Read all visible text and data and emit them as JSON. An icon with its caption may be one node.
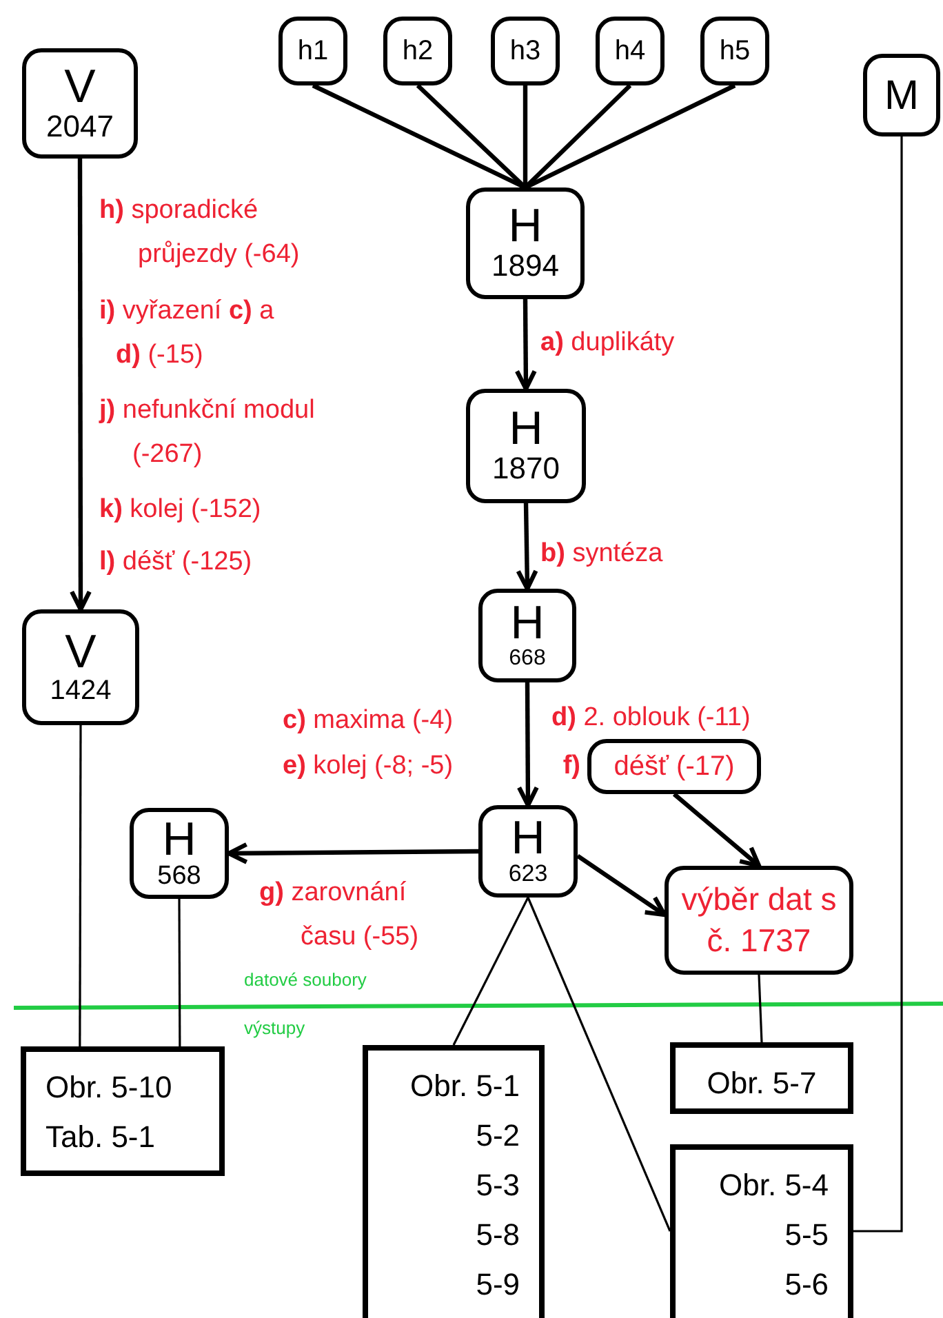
{
  "diagram": {
    "nodes": [
      {
        "text": [
          "V",
          "2047"
        ]
      },
      {
        "text": [
          "h1"
        ]
      },
      {
        "text": [
          "h2"
        ]
      },
      {
        "text": [
          "h3"
        ]
      },
      {
        "text": [
          "h4"
        ]
      },
      {
        "text": [
          "h5"
        ]
      },
      {
        "text": [
          "M"
        ]
      },
      {
        "text": [
          "H",
          "1894"
        ]
      },
      {
        "text": [
          "H",
          "1870"
        ]
      },
      {
        "text": [
          "H",
          "668"
        ]
      },
      {
        "text": [
          "V",
          "1424"
        ]
      },
      {
        "text": [
          "H",
          "568"
        ]
      },
      {
        "text": [
          "H",
          "623"
        ]
      },
      {
        "text": [
          "déšť (-17)"
        ],
        "beside": [
          "f)"
        ]
      },
      {
        "text": [
          "výběr dat s č. 1737"
        ]
      },
      {
        "text": [
          "Obr. 5-10",
          "Tab. 5-1"
        ]
      },
      {
        "text": [
          "Obr. 5-1",
          "5-2",
          "5-3",
          "5-8",
          "5-9"
        ]
      },
      {
        "text": [
          "Obr. 5-7"
        ]
      },
      {
        "text": [
          "Obr. 5-4",
          "5-5",
          "5-6"
        ]
      }
    ],
    "edges": [
      {
        "from": 1,
        "to": 7,
        "arrow": "none"
      },
      {
        "from": 2,
        "to": 7,
        "arrow": "none"
      },
      {
        "from": 3,
        "to": 7,
        "arrow": "none"
      },
      {
        "from": 4,
        "to": 7,
        "arrow": "none"
      },
      {
        "from": 5,
        "to": 7,
        "arrow": "none"
      },
      {
        "from": 7,
        "to": 8,
        "arrow": "to",
        "label": "**a)** duplikáty"
      },
      {
        "from": 8,
        "to": 9,
        "arrow": "to",
        "label": "**b)** syntéza"
      },
      {
        "from": 9,
        "to": 12,
        "arrow": "to"
      },
      {
        "from": 0,
        "to": 10,
        "arrow": "to"
      },
      {
        "from": 12,
        "to": 11,
        "arrow": "to",
        "label": "**g)** zarovnání času (-55)"
      },
      {
        "from": 12,
        "to": 14,
        "arrow": "to"
      },
      {
        "from": 13,
        "to": 14,
        "arrow": "to"
      },
      {
        "from": 10,
        "to": 15,
        "arrow": "none"
      },
      {
        "from": 11,
        "to": 15,
        "arrow": "none"
      },
      {
        "from": 12,
        "to": 16,
        "arrow": "none"
      },
      {
        "from": 12,
        "to": 18,
        "arrow": "none"
      },
      {
        "from": 14,
        "to": 17,
        "arrow": "none"
      },
      {
        "from": 6,
        "to": 18,
        "arrow": "none"
      }
    ],
    "labels": [
      "**h)** sporadické průjezdy (-64)",
      "**i)** vyřazení **c)** a **d)** (-15)",
      "**j)** nefunkční modul (-267)",
      "**k)** kolej (-152)",
      "**l)** déšť (-125)",
      "**c)** maxima (-4)",
      "**e)** kolej (-8; -5)",
      "**d)** 2. oblouk (-11)",
      "datové soubory",
      "výstupy"
    ]
  }
}
